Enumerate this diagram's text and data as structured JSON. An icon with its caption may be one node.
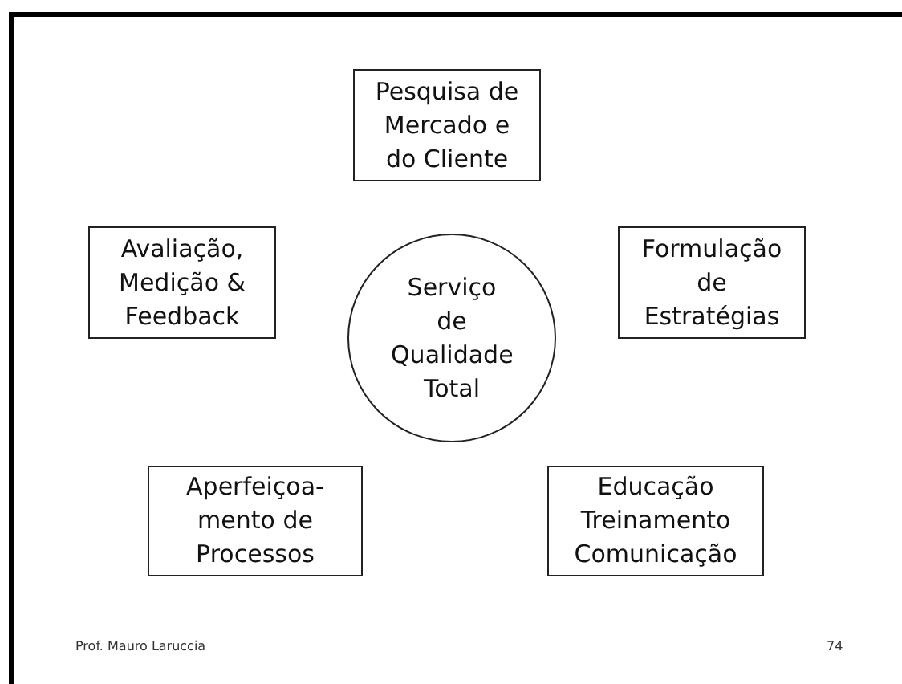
{
  "diagram": {
    "nodes": [
      {
        "text": [
          "Pesquisa de Mercado e do Cliente"
        ]
      },
      {
        "text": [
          "Avaliação, Medição & Feedback"
        ]
      },
      {
        "text": [
          "Formulação de Estratégias"
        ]
      },
      {
        "text": [
          "Serviço de Qualidade Total"
        ]
      },
      {
        "text": [
          "Aperfeiçoa- mento de Processos"
        ]
      },
      {
        "text": [
          "Educação Treinamento Comunicação"
        ]
      }
    ],
    "labels": [
      "Prof. Mauro Laruccia",
      "74"
    ]
  }
}
